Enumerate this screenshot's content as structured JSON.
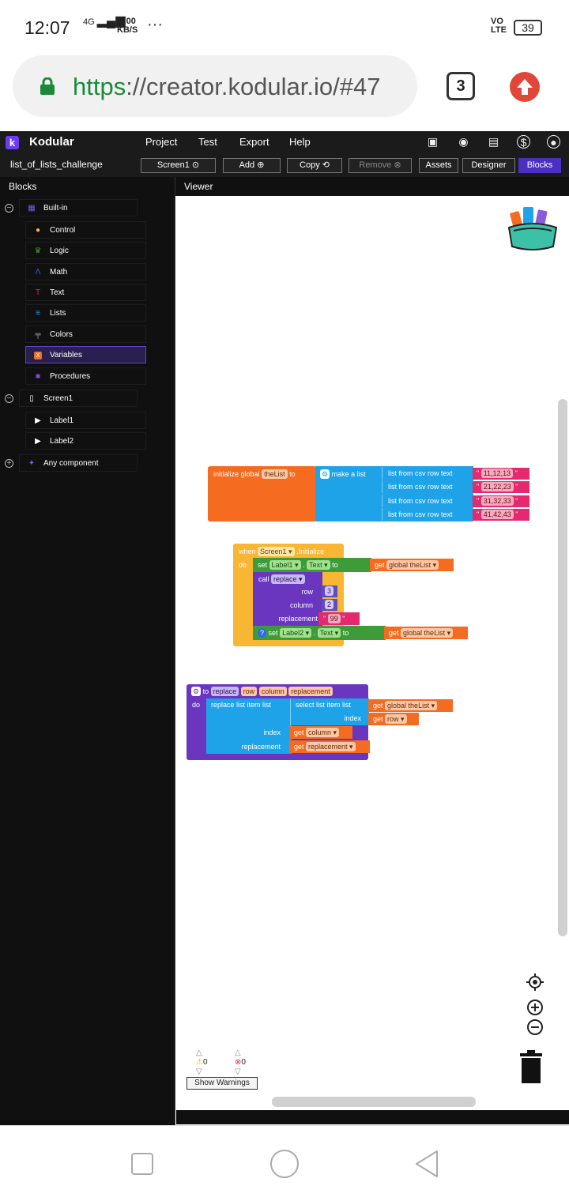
{
  "status": {
    "time": "12:07",
    "net": "4G",
    "speed": "0.00",
    "speed_unit": "KB/S",
    "dots": "···",
    "volte": "VO LTE",
    "battery": "39"
  },
  "browser": {
    "url_scheme": "https",
    "url_rest": "://creator.kodular.io/#47",
    "tabs": "3"
  },
  "app": {
    "brand": "Kodular",
    "menu": [
      "Project",
      "Test",
      "Export",
      "Help"
    ],
    "project_name": "list_of_lists_challenge",
    "toolbar": {
      "screen": "Screen1 ⊙",
      "add": "Add ⊕",
      "copy": "Copy ⟲",
      "remove": "Remove ⊗",
      "assets": "Assets",
      "designer": "Designer",
      "blocks": "Blocks"
    }
  },
  "sidebar": {
    "header": "Blocks",
    "builtin": "Built-in",
    "items": [
      "Control",
      "Logic",
      "Math",
      "Text",
      "Lists",
      "Colors",
      "Variables",
      "Procedures"
    ],
    "screen": "Screen1",
    "components": [
      "Label1",
      "Label2"
    ],
    "any": "Any component"
  },
  "viewer": {
    "header": "Viewer"
  },
  "blocks": {
    "init": {
      "label": "initialize global",
      "var": "theList",
      "to": "to",
      "make": "make a list",
      "csv_label": "list from csv row  text",
      "q": "\"",
      "rows": [
        "11,12,13",
        "21,22,23",
        "31,32,33",
        "41,42,43"
      ]
    },
    "event": {
      "when": "when",
      "screen": "Screen1 ▾",
      "init": ".Initialize",
      "do": "do",
      "set": "set",
      "label1": "Label1 ▾",
      "text": "Text ▾",
      "dot": ".",
      "to": "to",
      "get": "get",
      "glob": "global theList ▾",
      "call": "call",
      "replace": "replace ▾",
      "row": "row",
      "row_val": "3",
      "column": "column",
      "col_val": "2",
      "replacement": "replacement",
      "rep_val": "99",
      "label2": "Label2 ▾"
    },
    "proc": {
      "to": "to",
      "name": "replace",
      "p1": "row",
      "p2": "column",
      "p3": "replacement",
      "do": "do",
      "rli": "replace list item  list",
      "sli": "select list item  list",
      "index": "index",
      "get": "get",
      "glob": "global theList ▾",
      "row": "row ▾",
      "column": "column ▾",
      "replacement_get": "replacement ▾",
      "replacement_lbl": "replacement"
    }
  },
  "warnings": {
    "warn_count": "0",
    "err_count": "0",
    "button": "Show Warnings"
  }
}
